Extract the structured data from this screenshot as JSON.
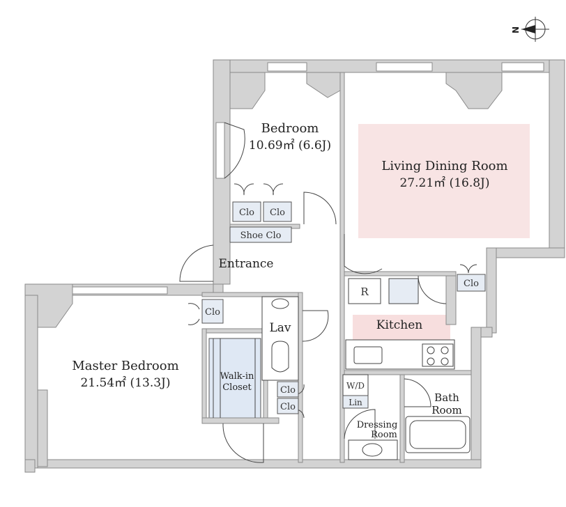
{
  "rooms": {
    "bedroom": {
      "name": "Bedroom",
      "area": "10.69㎡ (6.6J)"
    },
    "living": {
      "name": "Living Dining Room",
      "area": "27.21㎡ (16.8J)"
    },
    "master": {
      "name": "Master Bedroom",
      "area": "21.54㎡ (13.3J)"
    },
    "entrance": {
      "name": "Entrance"
    },
    "kitchen": {
      "name": "Kitchen"
    },
    "lav": {
      "name": "Lav"
    },
    "walkin": {
      "line1": "Walk-in",
      "line2": "Closet"
    },
    "bath": {
      "line1": "Bath",
      "line2": "Room"
    },
    "dressing": {
      "line1": "Dressing",
      "line2": "Room"
    }
  },
  "labels": {
    "clo": "Clo",
    "shoe_clo": "Shoe Clo",
    "refrigerator": "R",
    "washer_dryer": "W/D",
    "linen": "Lin"
  },
  "compass": {
    "north_letter": "N"
  },
  "colors": {
    "wall": "#d3d3d3",
    "wall_stroke": "#8a8a8a",
    "line": "#444444",
    "living_highlight": "#f8e4e4",
    "kitchen_highlight": "#f7dede",
    "closet_fill": "#dfe8f4",
    "tag_fill": "#e6ecf4"
  }
}
